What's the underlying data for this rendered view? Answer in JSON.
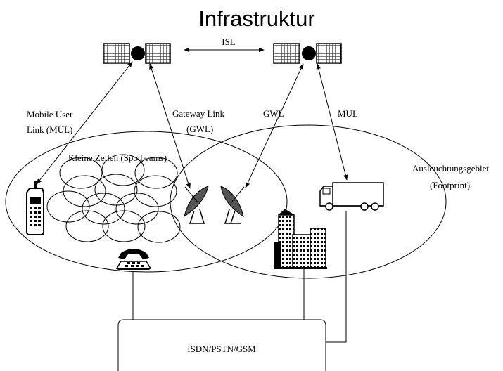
{
  "title": "Infrastruktur",
  "labels": {
    "isl": "ISL",
    "mul_left_line1": "Mobile User",
    "mul_left_line2": "Link (MUL)",
    "gateway_line1": "Gateway Link",
    "gateway_line2": "(GWL)",
    "gwl_right": "GWL",
    "mul_right": "MUL",
    "small_cells": "Kleine Zellen (Spotbeams)",
    "footprint_line1": "Ausleuchtungsgebiet",
    "footprint_line2": "(Footprint)",
    "network": "ISDN/PSTN/GSM"
  },
  "icons": [
    "satellite-icon",
    "mobile-phone-icon",
    "antenna-dish-icon",
    "telephone-icon",
    "building-icon",
    "truck-icon"
  ]
}
